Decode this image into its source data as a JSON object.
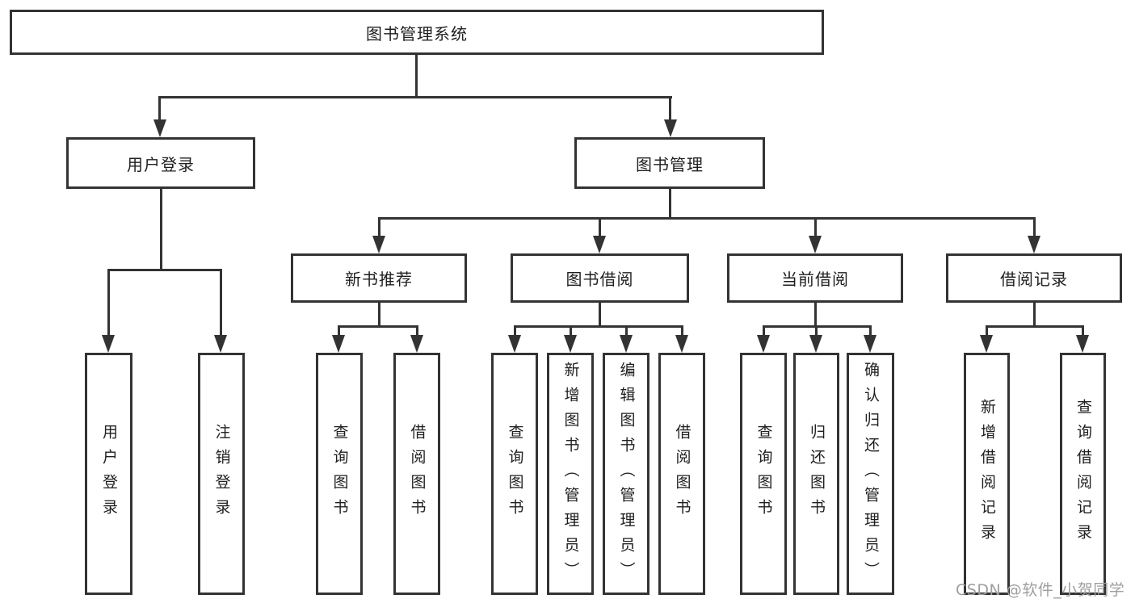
{
  "tree": {
    "root": {
      "label": "图书管理系统",
      "children": [
        {
          "label": "用户登录",
          "children": [
            {
              "label": "用户登录"
            },
            {
              "label": "注销登录"
            }
          ]
        },
        {
          "label": "图书管理",
          "children": [
            {
              "label": "新书推荐",
              "children": [
                {
                  "label": "查询图书"
                },
                {
                  "label": "借阅图书"
                }
              ]
            },
            {
              "label": "图书借阅",
              "children": [
                {
                  "label": "查询图书"
                },
                {
                  "label": "新增图书（管理员）"
                },
                {
                  "label": "编辑图书（管理员）"
                },
                {
                  "label": "借阅图书"
                }
              ]
            },
            {
              "label": "当前借阅",
              "children": [
                {
                  "label": "查询图书"
                },
                {
                  "label": "归还图书"
                },
                {
                  "label": "确认归还（管理员）"
                }
              ]
            },
            {
              "label": "借阅记录",
              "children": [
                {
                  "label": "新增借阅记录"
                },
                {
                  "label": "查询借阅记录"
                }
              ]
            }
          ]
        }
      ]
    }
  },
  "watermark": "CSDN @软件_小贺同学",
  "colors": {
    "line": "#333333",
    "text": "#1f1f1f",
    "watermark": "#9e9e9e",
    "bg": "#ffffff"
  }
}
